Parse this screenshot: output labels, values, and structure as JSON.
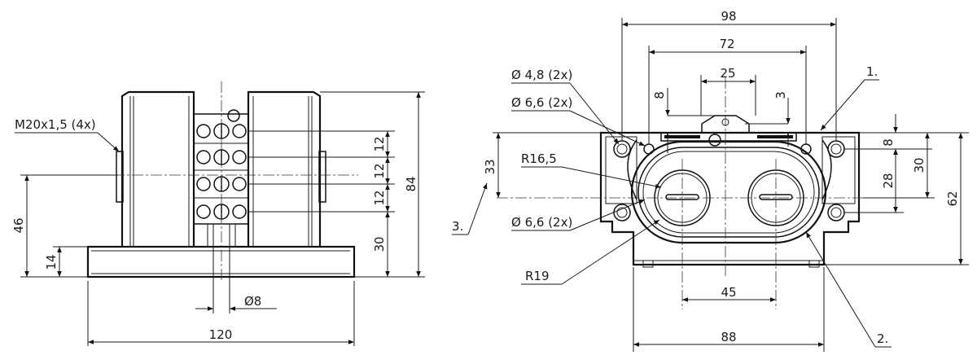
{
  "left_view": {
    "labels": {
      "thread": "M20x1,5 (4x)",
      "d8": "Ø8",
      "width_120": "120",
      "h84": "84",
      "h46": "46",
      "h30": "30",
      "h14": "14",
      "p12a": "12",
      "p12b": "12",
      "p12c": "12"
    }
  },
  "right_view": {
    "labels": {
      "w98": "98",
      "w72": "72",
      "w25": "25",
      "w45": "45",
      "w88": "88",
      "h8a": "8",
      "h3": "3",
      "h8b": "8",
      "h33": "33",
      "h28": "28",
      "h30": "30",
      "h62": "62",
      "hole48": "Ø 4,8 (2x)",
      "hole66a": "Ø 6,6 (2x)",
      "hole66b": "Ø 6,6 (2x)",
      "r165": "R16,5",
      "r19": "R19",
      "callout1": "1.",
      "callout2": "2.",
      "callout3": "3."
    }
  }
}
